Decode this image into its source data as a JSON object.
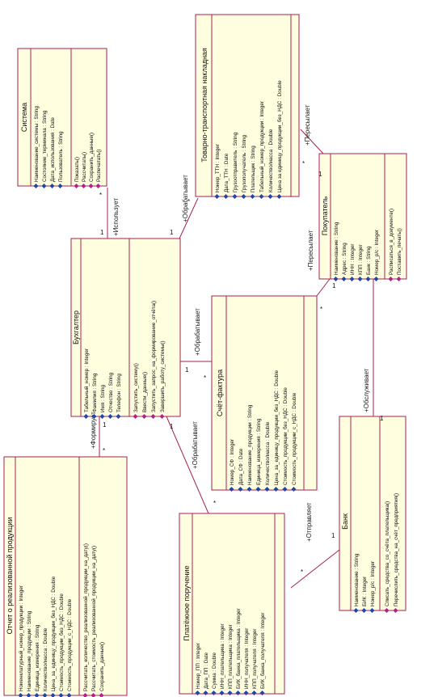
{
  "diagram": {
    "colors": {
      "class_fill": "#ffffe0",
      "class_stroke": "#a52050",
      "line": "#a52050",
      "attr_icon": "#2244aa",
      "op_icon": "#b0208c"
    },
    "classes": [
      {
        "id": "sistema",
        "name": "Система",
        "attributes": [
          "Наименование_системы : String",
          "Состояние_терминала : String",
          "Дата_использования : Date",
          "Пользователь : String"
        ],
        "operations": [
          "Показать()",
          "Рассчитать()",
          "Сохранить_данные()",
          "Распечатать()"
        ]
      },
      {
        "id": "ttn",
        "name": "Товарно-транспортная накладная",
        "attributes": [
          "Номер_ТТН : Integer",
          "Дата_ТТН : Date",
          "Грузоотправитель : String",
          "Грузополучатель : String",
          "Плательщик : String",
          "Табельный_номер_продукции : Integer",
          "Количество/масса : Double",
          "Цена за единицу_продукции_без_НДС : Double"
        ],
        "operations": []
      },
      {
        "id": "buhgalter",
        "name": "Бухгалтер",
        "attributes": [
          "Табельный_номер : Integer",
          "Фамилия : String",
          "Имя : String",
          "Отчество : String",
          "Телефон : String"
        ],
        "operations": [
          "Запустить_систему()",
          "Ввести_данные()",
          "Запустить_запрос_на_формирование_отчёта()",
          "Завершить_работу_системы()"
        ]
      },
      {
        "id": "pokupatel",
        "name": "Покупатель",
        "attributes": [
          "Наименование : String",
          "Адрес : String",
          "ИНН : Integer",
          "КПП : Integer",
          "Банк : String",
          "Номер_р/с : Integer"
        ],
        "operations": [
          "Расписаться_в_документе()",
          "Поставить_печать()"
        ]
      },
      {
        "id": "schet",
        "name": "Счёт-фактура",
        "attributes": [
          "Номер_СФ : Integer",
          "Дата_СФ : Date",
          "Наименование_продукции : String",
          "Единица_измерения : String",
          "Количество/масса : Double",
          "Цена_за_единицу_продукции_без_НДС : Double",
          "Стоимость_продукции_без_НДС : Double",
          "Стоимость_продукции_с_НДС : Double"
        ],
        "operations": []
      },
      {
        "id": "otchet",
        "name": "Отчет о реализованной продукции",
        "attributes": [
          "Номенклатурный_номер_продукции : Integer",
          "Наименование_продукции : String",
          "Единица_измерения : String",
          "Количество/масса : Double",
          "Цена_за_единицу_продукции_без_НДС : Double",
          "Стоимость_продукции_без_НДС : Double",
          "Стоимость_продукции_с_НДС : Double"
        ],
        "operations": [
          "Рассчитать_количество_реализованной_продукции_на_дату()",
          "Рассчитать_стоимость_реализованной_продукции_на_дату()",
          "Сохранить_данные()"
        ]
      },
      {
        "id": "platezh",
        "name": "Платёжное поручение",
        "attributes": [
          "Номер_ПП : Integer",
          "Дата_ПП : Date",
          "Сумма : Double",
          "ИНН_плательщика : Integer",
          "КПП_плательщика : Integer",
          "БИК_банка_плательщика : Integer",
          "ИНН_получателя : Integer",
          "КПП_получателя : Integer",
          "БИК_банка_получателя : Integer"
        ],
        "operations": []
      },
      {
        "id": "bank",
        "name": "Банк",
        "attributes": [
          "Наименование : String",
          "БИК : Integer",
          "Номер_р/с : Integer"
        ],
        "operations": [
          "Списать_средства_со_счёта_плательщика()",
          "Перечислить_средства_на_счёт_предприятия()"
        ]
      }
    ],
    "associations": [
      {
        "label": "+Использует",
        "m1": "1",
        "m2": "*"
      },
      {
        "label": "+Обрабатывает",
        "m1": "1",
        "m2": "*"
      },
      {
        "label": "+Обрабатывает",
        "m1": "1",
        "m2": "*"
      },
      {
        "label": "+Формирует",
        "m1": "1",
        "m2": "*"
      },
      {
        "label": "+Обрабатывает",
        "m1": "1",
        "m2": "*"
      },
      {
        "label": "+Пересылает",
        "m1": "1",
        "m2": "*"
      },
      {
        "label": "+Пересылает",
        "m1": "1",
        "m2": "*"
      },
      {
        "label": "+Обслуживает",
        "m1": "1",
        "m2": "*"
      },
      {
        "label": "+Отправляет",
        "m1": "1",
        "m2": "*"
      }
    ]
  }
}
